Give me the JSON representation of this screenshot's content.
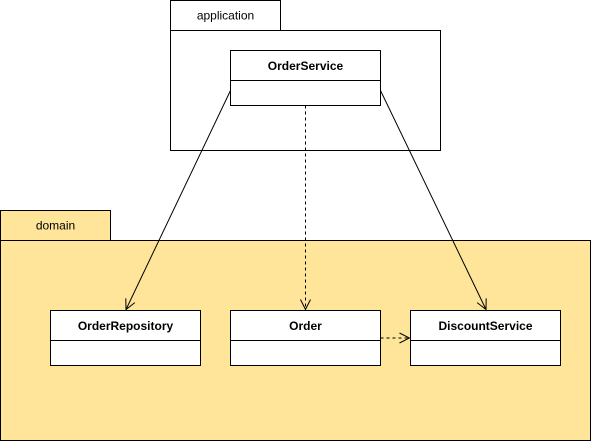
{
  "colors": {
    "application_package_fill": "#ffffff",
    "domain_package_fill": "#ffe599",
    "class_fill": "#ffffff",
    "stroke": "#000000"
  },
  "packages": {
    "application": {
      "label": "application"
    },
    "domain": {
      "label": "domain"
    }
  },
  "classes": {
    "order_service": {
      "name": "OrderService"
    },
    "order_repository": {
      "name": "OrderRepository"
    },
    "order": {
      "name": "Order"
    },
    "discount_service": {
      "name": "DiscountService"
    }
  },
  "relationships": [
    {
      "from": "OrderService",
      "to": "OrderRepository",
      "kind": "association"
    },
    {
      "from": "OrderService",
      "to": "Order",
      "kind": "dependency"
    },
    {
      "from": "OrderService",
      "to": "DiscountService",
      "kind": "association"
    },
    {
      "from": "Order",
      "to": "DiscountService",
      "kind": "dependency"
    }
  ]
}
